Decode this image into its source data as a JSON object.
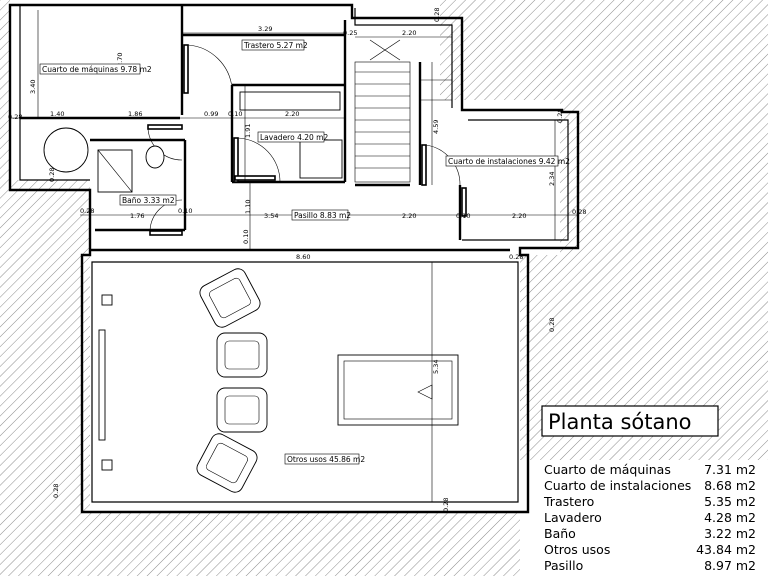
{
  "title": "Planta sótano",
  "rooms": {
    "cuarto_maquinas": "Cuarto de máquinas 9.78 m2",
    "trastero": "Trastero 5.27 m2",
    "lavadero": "Lavadero 4.20 m2",
    "cuarto_instalaciones": "Cuarto de instalaciones 9.42 m2",
    "bano": "Baño 3.33 m2",
    "pasillo": "Pasillo 8.83 m2",
    "otros_usos": "Otros usos 45.86 m2"
  },
  "dimensions": {
    "d_3_29": "3.29",
    "d_0_28_top": "0.28",
    "d_0_25": "0.25",
    "d_2_20_top": "2.20",
    "d_3_40": "3.40",
    "d_2_70": "2.70",
    "d_0_28_l1": "0.28",
    "d_1_40": "1.40",
    "d_1_86": "1.86",
    "d_0_99": "0.99",
    "d_0_10_a": "0.10",
    "d_2_20_lav": "2.20",
    "d_1_91": "1.91",
    "d_4_59": "4.59",
    "d_0_28_r1": "0.28",
    "d_2_34": "2.34",
    "d_0_28_l2": "0.28",
    "d_0_28_l3": "0.28",
    "d_1_76": "1.76",
    "d_0_10_b": "0.10",
    "d_1_10": "1.10",
    "d_3_54": "3.54",
    "d_2_20_pas1": "2.20",
    "d_0_10_c": "0.10",
    "d_2_20_pas2": "2.20",
    "d_0_28_r2": "0.28",
    "d_0_10_d": "0.10",
    "d_8_60": "8.60",
    "d_0_28_r3": "0.28",
    "d_5_34": "5.34",
    "d_0_28_r4": "0.28",
    "d_0_28_bot": "0.28",
    "d_0_28_bot2": "0.28"
  },
  "legend": [
    {
      "name": "Cuarto de máquinas",
      "area": "7.31 m2"
    },
    {
      "name": "Cuarto de instalaciones",
      "area": "8.68 m2"
    },
    {
      "name": "Trastero",
      "area": "5.35 m2"
    },
    {
      "name": "Lavadero",
      "area": "4.28 m2"
    },
    {
      "name": "Baño",
      "area": "3.22 m2"
    },
    {
      "name": "Otros usos",
      "area": "43.84 m2"
    },
    {
      "name": "Pasillo",
      "area": "8.97 m2"
    }
  ]
}
